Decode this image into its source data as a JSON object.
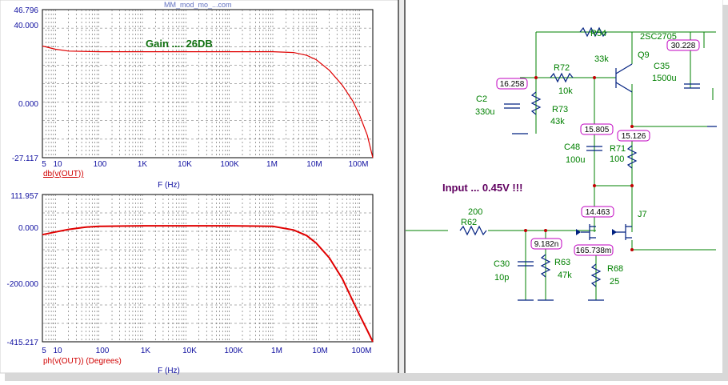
{
  "window": {
    "partial_title": "MM_mod_mo_...com"
  },
  "plots": {
    "gain": {
      "y_ticks": [
        "46.796",
        "40.000",
        "0.000",
        "-27.117"
      ],
      "x_ticks": [
        "5",
        "10",
        "100",
        "1K",
        "10K",
        "100K",
        "1M",
        "10M",
        "100M"
      ],
      "trace_label": "db(v(OUT))",
      "xaxis_label": "F (Hz)",
      "annotation": "Gain .... 26DB"
    },
    "phase": {
      "y_ticks": [
        "111.957",
        "0.000",
        "-200.000",
        "-415.217"
      ],
      "x_ticks": [
        "5",
        "10",
        "100",
        "1K",
        "10K",
        "100K",
        "1M",
        "10M",
        "100M"
      ],
      "trace_label": "ph(v(OUT)) (Degrees)",
      "xaxis_label": "F (Hz)"
    }
  },
  "chart_data": [
    {
      "type": "line",
      "title": "",
      "xlabel": "F (Hz)",
      "ylabel": "db(v(OUT))",
      "xscale": "log",
      "xlim": [
        5,
        200000000
      ],
      "ylim": [
        -27.117,
        46.796
      ],
      "grid": true,
      "series": [
        {
          "name": "db(v(OUT))",
          "color": "#e00000",
          "x": [
            5,
            10,
            20,
            100,
            1000,
            10000,
            100000,
            1000000,
            3000000,
            6000000,
            10000000,
            20000000,
            40000000,
            70000000,
            100000000,
            150000000,
            200000000
          ],
          "y": [
            28.6,
            27.0,
            26.1,
            25.8,
            25.8,
            25.8,
            25.8,
            25.8,
            25.4,
            24.0,
            21.8,
            16.5,
            9.0,
            1.0,
            -6.0,
            -16.0,
            -27.1
          ]
        }
      ]
    },
    {
      "type": "line",
      "title": "",
      "xlabel": "F (Hz)",
      "ylabel": "ph(v(OUT)) (Degrees)",
      "xscale": "log",
      "xlim": [
        5,
        200000000
      ],
      "ylim": [
        -415.217,
        111.957
      ],
      "grid": true,
      "series": [
        {
          "name": "ph(v(OUT)) (Degrees)",
          "color": "#e00000",
          "x": [
            5,
            10,
            20,
            50,
            100,
            1000,
            10000,
            100000,
            1000000,
            3000000,
            6000000,
            10000000,
            20000000,
            40000000,
            70000000,
            100000000,
            150000000,
            200000000
          ],
          "y": [
            -32,
            -22,
            -13,
            -5,
            -2,
            0,
            0,
            0,
            -2,
            -15,
            -35,
            -62,
            -115,
            -190,
            -270,
            -320,
            -375,
            -415
          ]
        }
      ]
    }
  ],
  "schematic": {
    "input_note": "Input ... 0.45V !!!",
    "components": {
      "r54_name": "R54",
      "r54_value": "33k",
      "q9_part": "2SC2705",
      "q9_name": "Q9",
      "c35_name": "C35",
      "c35_value": "1500u",
      "r72_name": "R72",
      "r72_value": "10k",
      "r73_name": "R73",
      "r73_value": "43k",
      "c2_name": "C2",
      "c2_value": "330u",
      "c48_name": "C48",
      "c48_value": "100u",
      "r71_name": "R71",
      "r71_value": "100",
      "r62_value": "200",
      "r62_name": "R62",
      "c30_name": "C30",
      "c30_value": "10p",
      "r63_name": "R63",
      "r63_value": "47k",
      "r68_name": "R68",
      "r68_value": "25",
      "j7_name": "J7"
    },
    "node_flags": {
      "n1": "16.258",
      "n2": "30.228",
      "n3": "15.805",
      "n4": "15.126",
      "n5": "14.463",
      "n6": "9.182n",
      "n7": "165.738m"
    }
  }
}
